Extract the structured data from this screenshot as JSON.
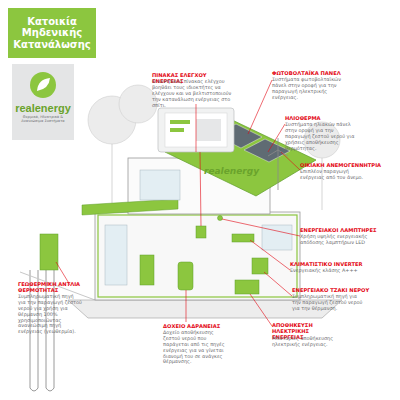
{
  "diagram": {
    "title": "Κατοικία Μηδενικής Κατανάλωσης",
    "nodes": [
      {
        "text": [
          "realenergy",
          "Θερμικά, Ηλεκτρικά & Ανανεώσιμα Συστήματα"
        ]
      }
    ],
    "labels": [
      "ΠΙΝΑΚΑΣ ΕΛΕΓΧΟΥ ΕΝΕΡΓΕΙΑΣ",
      "Ο κεντρικός πίνακας ελέγχου βοηθάει τους ιδιοκτήτες να ελέγχουν και να βελτιστοποιούν την κατανάλωση ενέργειας στο σπίτι.",
      "ΦΩΤΟΒΟΛΤΑΪΚΑ ΠΑΝΕΛ",
      "Συστήματα φωτοβολταϊκών πάνελ στην οροφή για την παραγωγή ηλεκτρικής ενέργειας.",
      "ΗΛΙΟΘΕΡΜΑ",
      "Συστήματα ηλιακών πάνελ στην οροφή για την παραγωγή ζεστού νερού για χρήσεις αποθήκευσης θερμότητας.",
      "ΟΙΚΙΑΚΗ ΑΝΕΜΟΓΕΝΝΗΤΡΙΑ",
      "Επιπλέον παραγωγή ενέργειας από τον άνεμο.",
      "ΕΝΕΡΓΕΙΑΚΟΙ ΛΑΜΠΤΗΡΕΣ",
      "Χρήση υψηλής ενεργειακής απόδοσης λαμπτήρων LED",
      "ΚΛΙΜΑΤΙΣΤΙΚΟ INVERTER",
      "Ενεργειακής κλάσης Α+++",
      "ΕΝΕΡΓΕΙΑΚΟ ΤΖΑΚΙ ΝΕΡΟΥ",
      "Συμπληρωματική πηγή για την παραγωγή ζεστού νερού για την θέρμανση.",
      "ΑΠΟΘΗΚΕΥΣΗ ΗΛΕΚΤΡΙΚΗΣ ΕΝΕΡΓΕΙΑΣ",
      "Μπαταρίες αποθήκευσης ηλεκτρικής ενέργειας.",
      "ΔΟΧΕΙΟ ΑΔΡΑΝΕΙΑΣ",
      "Δοχείο αποθήκευσης ζεστού νερού που παράγεται από τις πηγές ενέργειας για να γίνεται διανομή του σε ανάγκες θέρμανσης.",
      "ΓΕΩΘΕΡΜΙΚΗ ΑΝΤΛΙΑ ΘΕΡΜΟΤΗΤΑΣ",
      "Συμπληρωματική πηγή για την παραγωγή ζεστού νερού για χρήση για θέρμανση 100% χρησιμοποιώντας ανανεώσιμη πηγή ενέργειας (γεωθερμία).",
      "realenergy"
    ]
  }
}
